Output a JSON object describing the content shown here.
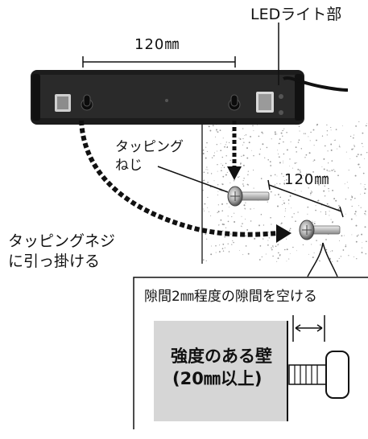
{
  "labels": {
    "led_part": "LEDライト部",
    "dimension_top": "120㎜",
    "dimension_right": "120㎜",
    "tapping_screw": [
      "タッピング",
      "ねじ"
    ],
    "hook_instruction": [
      "タッピングネジ",
      "に引っ掛ける"
    ],
    "gap_instruction": "隙間2㎜程度の隙間を空ける",
    "wall_label": [
      "強度のある壁",
      "(20㎜以上)"
    ]
  },
  "colors": {
    "line": "#111111",
    "light_body": "#1c1c1c",
    "wall_speckle": "#9a9a9a",
    "wall_block": "#d6d6d6",
    "screw_metal": "#b8b8b8",
    "cable": "#111111"
  },
  "icons": [
    "led-light-bar-icon",
    "tapping-screw-icon",
    "wall-icon"
  ]
}
